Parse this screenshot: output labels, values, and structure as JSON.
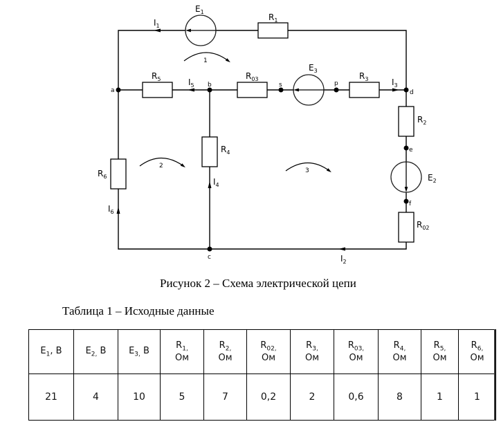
{
  "figure": {
    "caption": "Рисунок 2 – Схема электрической цепи",
    "nodes": [
      "a",
      "b",
      "c",
      "d",
      "e",
      "f",
      "s",
      "p"
    ],
    "labels": {
      "E1": {
        "main": "E",
        "sub": "1"
      },
      "E2": {
        "main": "E",
        "sub": "2"
      },
      "E3": {
        "main": "E",
        "sub": "3"
      },
      "R1": {
        "main": "R",
        "sub": "1"
      },
      "R2": {
        "main": "R",
        "sub": "2"
      },
      "R3": {
        "main": "R",
        "sub": "3"
      },
      "R4": {
        "main": "R",
        "sub": "4"
      },
      "R5": {
        "main": "R",
        "sub": "5"
      },
      "R6": {
        "main": "R",
        "sub": "6"
      },
      "R02": {
        "main": "R",
        "sub": "02"
      },
      "R03": {
        "main": "R",
        "sub": "03"
      },
      "I1": {
        "main": "I",
        "sub": "1"
      },
      "I2": {
        "main": "I",
        "sub": "2"
      },
      "I3": {
        "main": "I",
        "sub": "3"
      },
      "I4": {
        "main": "I",
        "sub": "4"
      },
      "I5": {
        "main": "I",
        "sub": "5"
      },
      "I6": {
        "main": "I",
        "sub": "6"
      }
    },
    "loops": [
      "1",
      "2",
      "3"
    ]
  },
  "table": {
    "caption": "Таблица 1 – Исходные данные",
    "headers": [
      {
        "sym": "E",
        "sub": "1",
        "unit": ", В"
      },
      {
        "sym": "E",
        "sub": "2,",
        "unit": " В"
      },
      {
        "sym": "E",
        "sub": "3,",
        "unit": " В"
      },
      {
        "sym": "R",
        "sub": "1,",
        "unit": "Ом"
      },
      {
        "sym": "R",
        "sub": "2,",
        "unit": "Ом"
      },
      {
        "sym": "R",
        "sub": "02,",
        "unit": "Ом"
      },
      {
        "sym": "R",
        "sub": "3,",
        "unit": "Ом"
      },
      {
        "sym": "R",
        "sub": "03,",
        "unit": "Ом"
      },
      {
        "sym": "R",
        "sub": "4,",
        "unit": "Ом"
      },
      {
        "sym": "R",
        "sub": "5,",
        "unit": "Ом"
      },
      {
        "sym": "R",
        "sub": "6,",
        "unit": "Ом"
      }
    ],
    "values": [
      "21",
      "4",
      "10",
      "5",
      "7",
      "0,2",
      "2",
      "0,6",
      "8",
      "1",
      "1"
    ]
  }
}
